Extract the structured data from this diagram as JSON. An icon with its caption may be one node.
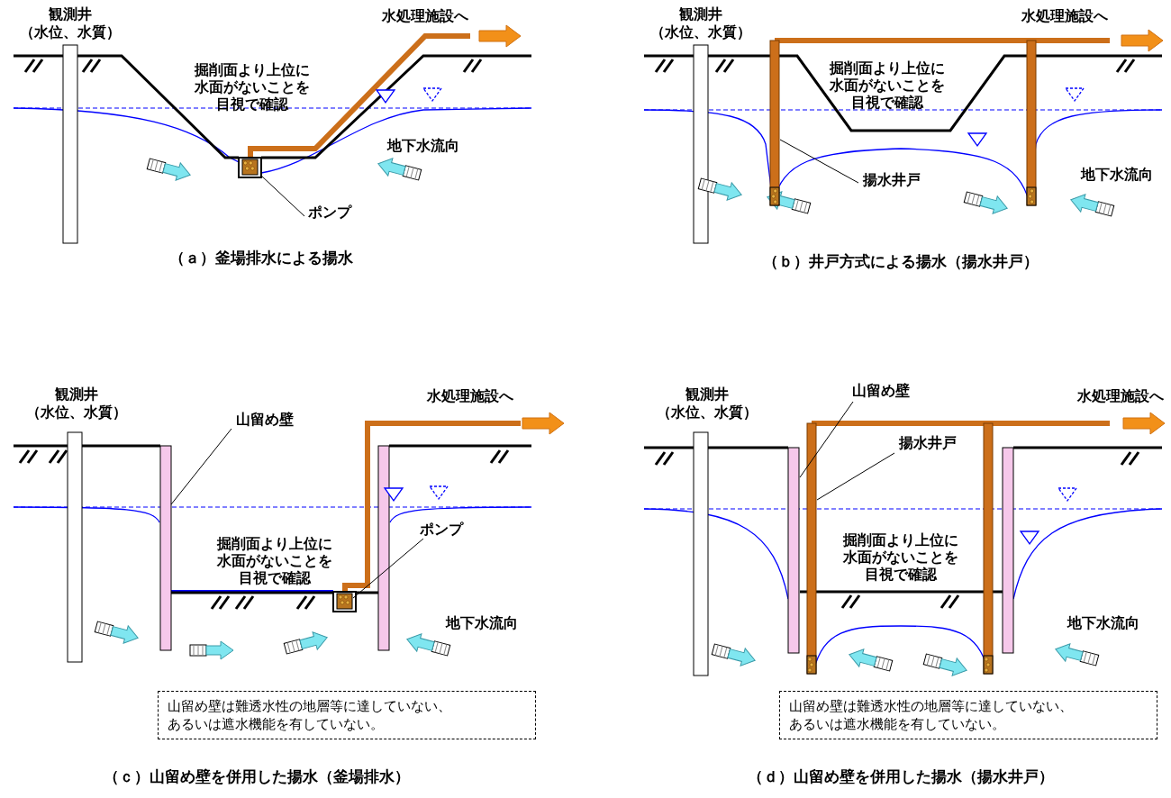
{
  "diagram": {
    "nodes": [
      {
        "text": [
          "ポンプ"
        ]
      },
      {
        "text": [],
        "shape": "box"
      },
      {
        "text": [
          "揚水井戸"
        ]
      },
      {
        "text": [],
        "shape": "bar"
      },
      {
        "text": [
          "山留め壁"
        ]
      },
      {
        "text": [],
        "shape": "bar"
      },
      {
        "text": [
          "ポンプ"
        ]
      },
      {
        "text": [],
        "shape": "box"
      },
      {
        "text": [
          "山留め壁は難透水性の地層等に達していない、あるいは遮水機能を有していない。"
        ]
      },
      {
        "text": [
          "山留め壁"
        ]
      },
      {
        "text": [],
        "shape": "bar"
      },
      {
        "text": [
          "揚水井戸"
        ]
      },
      {
        "text": [],
        "shape": "bar"
      },
      {
        "text": [
          "山留め壁は難透水性の地層等に達していない、あるいは遮水機能を有していない。"
        ]
      }
    ],
    "edges": [
      {
        "from": 0,
        "to": 1,
        "arrow": "none"
      },
      {
        "from": 2,
        "to": 3,
        "arrow": "none"
      },
      {
        "from": 4,
        "to": 5,
        "arrow": "none"
      },
      {
        "from": 6,
        "to": 7,
        "arrow": "none"
      },
      {
        "from": 9,
        "to": 10,
        "arrow": "none"
      },
      {
        "from": 11,
        "to": 12,
        "arrow": "none"
      }
    ],
    "labels": [
      "観測井",
      "（水位、水質）",
      "水処理施設へ",
      "掘削面より上位に水面がないことを目視で確認",
      "地下水流向",
      "（ａ）釜場排水による揚水",
      "観測井",
      "（水位、水質）",
      "水処理施設へ",
      "掘削面より上位に水面がないことを目視で確認",
      "地下水流向",
      "（ｂ）井戸方式による揚水（揚水井戸）",
      "観測井",
      "（水位、水質）",
      "水処理施設へ",
      "掘削面より上位に水面がないことを目視で確認",
      "地下水流向",
      "（ｃ）山留め壁を併用した揚水（釜場排水）",
      "観測井",
      "（水位、水質）",
      "水処理施設へ",
      "掘削面より上位に水面がないことを目視で確認",
      "地下水流向",
      "（ｄ）山留め壁を併用した揚水（揚水井戸）"
    ]
  }
}
